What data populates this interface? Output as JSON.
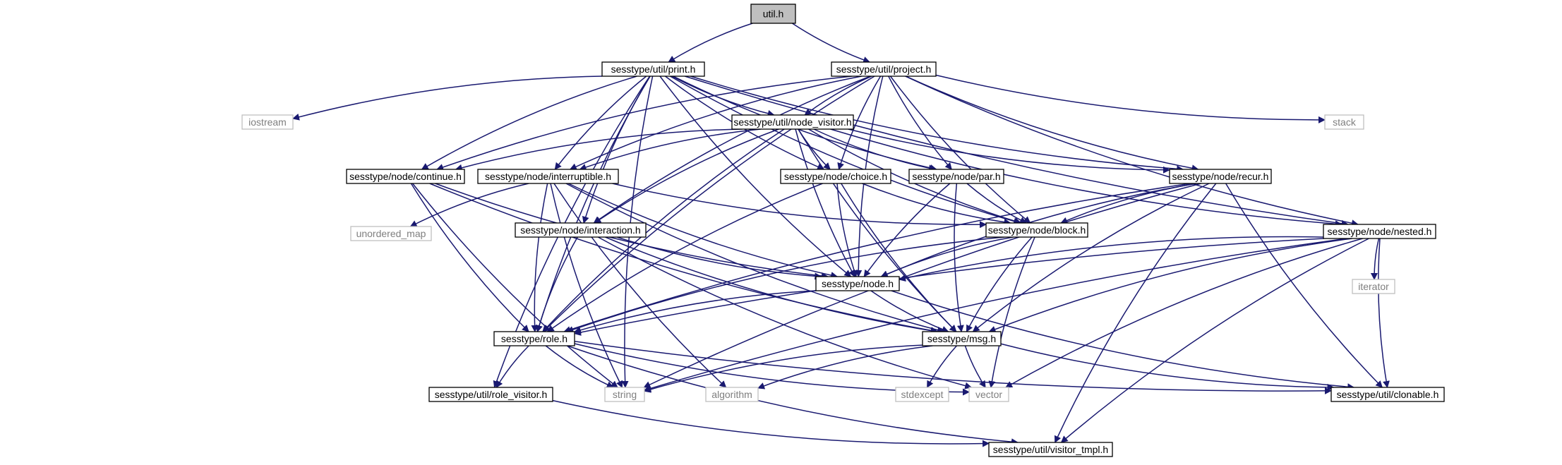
{
  "colors": {
    "edge": "#191970",
    "root_fill": "#bfbfbf",
    "node_border": "#000000",
    "external_border": "#bfbfbf",
    "external_text": "#7f7f7f",
    "text": "#000000"
  },
  "nodes": [
    {
      "id": "util_h",
      "label": "util.h",
      "kind": "root"
    },
    {
      "id": "print_h",
      "label": "sesstype/util/print.h",
      "kind": "local"
    },
    {
      "id": "project_h",
      "label": "sesstype/util/project.h",
      "kind": "local"
    },
    {
      "id": "iostream",
      "label": "iostream",
      "kind": "external"
    },
    {
      "id": "stack",
      "label": "stack",
      "kind": "external"
    },
    {
      "id": "node_visitor_h",
      "label": "sesstype/util/node_visitor.h",
      "kind": "local"
    },
    {
      "id": "continue_h",
      "label": "sesstype/node/continue.h",
      "kind": "local"
    },
    {
      "id": "interruptible_h",
      "label": "sesstype/node/interruptible.h",
      "kind": "local"
    },
    {
      "id": "choice_h",
      "label": "sesstype/node/choice.h",
      "kind": "local"
    },
    {
      "id": "par_h",
      "label": "sesstype/node/par.h",
      "kind": "local"
    },
    {
      "id": "recur_h",
      "label": "sesstype/node/recur.h",
      "kind": "local"
    },
    {
      "id": "unordered_map",
      "label": "unordered_map",
      "kind": "external"
    },
    {
      "id": "interaction_h",
      "label": "sesstype/node/interaction.h",
      "kind": "local"
    },
    {
      "id": "block_h",
      "label": "sesstype/node/block.h",
      "kind": "local"
    },
    {
      "id": "nested_h",
      "label": "sesstype/node/nested.h",
      "kind": "local"
    },
    {
      "id": "node_h",
      "label": "sesstype/node.h",
      "kind": "local"
    },
    {
      "id": "iterator",
      "label": "iterator",
      "kind": "external"
    },
    {
      "id": "role_h",
      "label": "sesstype/role.h",
      "kind": "local"
    },
    {
      "id": "msg_h",
      "label": "sesstype/msg.h",
      "kind": "local"
    },
    {
      "id": "role_visitor_h",
      "label": "sesstype/util/role_visitor.h",
      "kind": "local"
    },
    {
      "id": "string",
      "label": "string",
      "kind": "external"
    },
    {
      "id": "algorithm",
      "label": "algorithm",
      "kind": "external"
    },
    {
      "id": "stdexcept",
      "label": "stdexcept",
      "kind": "external"
    },
    {
      "id": "vector",
      "label": "vector",
      "kind": "external"
    },
    {
      "id": "clonable_h",
      "label": "sesstype/util/clonable.h",
      "kind": "local"
    },
    {
      "id": "visitor_tmpl_h",
      "label": "sesstype/util/visitor_tmpl.h",
      "kind": "local"
    }
  ],
  "edges": [
    [
      "util_h",
      "print_h"
    ],
    [
      "util_h",
      "project_h"
    ],
    [
      "print_h",
      "iostream"
    ],
    [
      "print_h",
      "string"
    ],
    [
      "print_h",
      "role_visitor_h"
    ],
    [
      "print_h",
      "node_visitor_h"
    ],
    [
      "print_h",
      "continue_h"
    ],
    [
      "print_h",
      "interruptible_h"
    ],
    [
      "print_h",
      "interaction_h"
    ],
    [
      "print_h",
      "choice_h"
    ],
    [
      "print_h",
      "par_h"
    ],
    [
      "print_h",
      "block_h"
    ],
    [
      "print_h",
      "node_h"
    ],
    [
      "print_h",
      "role_h"
    ],
    [
      "print_h",
      "recur_h"
    ],
    [
      "print_h",
      "nested_h"
    ],
    [
      "project_h",
      "stack"
    ],
    [
      "project_h",
      "node_visitor_h"
    ],
    [
      "project_h",
      "continue_h"
    ],
    [
      "project_h",
      "interruptible_h"
    ],
    [
      "project_h",
      "interaction_h"
    ],
    [
      "project_h",
      "choice_h"
    ],
    [
      "project_h",
      "par_h"
    ],
    [
      "project_h",
      "block_h"
    ],
    [
      "project_h",
      "node_h"
    ],
    [
      "project_h",
      "role_h"
    ],
    [
      "project_h",
      "recur_h"
    ],
    [
      "project_h",
      "nested_h"
    ],
    [
      "node_visitor_h",
      "continue_h"
    ],
    [
      "node_visitor_h",
      "interruptible_h"
    ],
    [
      "node_visitor_h",
      "interaction_h"
    ],
    [
      "node_visitor_h",
      "choice_h"
    ],
    [
      "node_visitor_h",
      "par_h"
    ],
    [
      "node_visitor_h",
      "block_h"
    ],
    [
      "node_visitor_h",
      "node_h"
    ],
    [
      "node_visitor_h",
      "role_h"
    ],
    [
      "node_visitor_h",
      "msg_h"
    ],
    [
      "node_visitor_h",
      "recur_h"
    ],
    [
      "node_visitor_h",
      "nested_h"
    ],
    [
      "continue_h",
      "node_h"
    ],
    [
      "continue_h",
      "role_h"
    ],
    [
      "continue_h",
      "string"
    ],
    [
      "continue_h",
      "msg_h"
    ],
    [
      "interruptible_h",
      "unordered_map"
    ],
    [
      "interruptible_h",
      "algorithm"
    ],
    [
      "interruptible_h",
      "string"
    ],
    [
      "interruptible_h",
      "role_h"
    ],
    [
      "interruptible_h",
      "node_h"
    ],
    [
      "interruptible_h",
      "block_h"
    ],
    [
      "interruptible_h",
      "msg_h"
    ],
    [
      "choice_h",
      "node_h"
    ],
    [
      "choice_h",
      "block_h"
    ],
    [
      "choice_h",
      "role_h"
    ],
    [
      "choice_h",
      "msg_h"
    ],
    [
      "par_h",
      "node_h"
    ],
    [
      "par_h",
      "block_h"
    ],
    [
      "par_h",
      "msg_h"
    ],
    [
      "recur_h",
      "node_h"
    ],
    [
      "recur_h",
      "block_h"
    ],
    [
      "recur_h",
      "role_h"
    ],
    [
      "recur_h",
      "msg_h"
    ],
    [
      "recur_h",
      "string"
    ],
    [
      "recur_h",
      "clonable_h"
    ],
    [
      "recur_h",
      "visitor_tmpl_h"
    ],
    [
      "interaction_h",
      "node_h"
    ],
    [
      "interaction_h",
      "role_h"
    ],
    [
      "interaction_h",
      "msg_h"
    ],
    [
      "interaction_h",
      "vector"
    ],
    [
      "block_h",
      "node_h"
    ],
    [
      "block_h",
      "vector"
    ],
    [
      "block_h",
      "role_h"
    ],
    [
      "block_h",
      "msg_h"
    ],
    [
      "nested_h",
      "node_h"
    ],
    [
      "nested_h",
      "iterator"
    ],
    [
      "nested_h",
      "string"
    ],
    [
      "nested_h",
      "vector"
    ],
    [
      "nested_h",
      "clonable_h"
    ],
    [
      "nested_h",
      "visitor_tmpl_h"
    ],
    [
      "nested_h",
      "role_h"
    ],
    [
      "nested_h",
      "msg_h"
    ],
    [
      "node_h",
      "role_h"
    ],
    [
      "node_h",
      "msg_h"
    ],
    [
      "node_h",
      "clonable_h"
    ],
    [
      "role_h",
      "role_visitor_h"
    ],
    [
      "role_h",
      "string"
    ],
    [
      "role_h",
      "vector"
    ],
    [
      "role_h",
      "clonable_h"
    ],
    [
      "role_h",
      "visitor_tmpl_h"
    ],
    [
      "msg_h",
      "string"
    ],
    [
      "msg_h",
      "algorithm"
    ],
    [
      "msg_h",
      "stdexcept"
    ],
    [
      "msg_h",
      "vector"
    ],
    [
      "msg_h",
      "clonable_h"
    ],
    [
      "role_visitor_h",
      "visitor_tmpl_h"
    ]
  ]
}
